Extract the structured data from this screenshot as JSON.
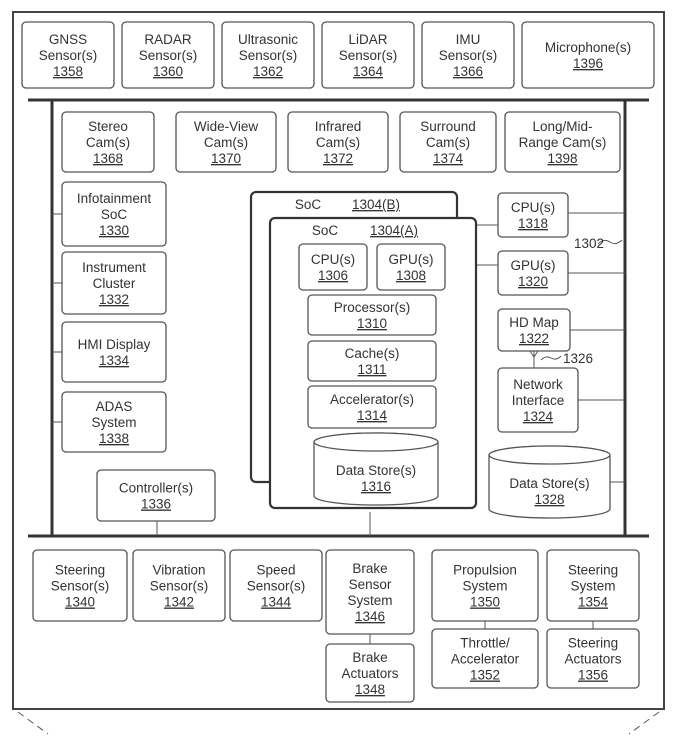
{
  "vehicle_ref": "1302",
  "antenna_ref": "1326",
  "blocks": {
    "gnss": {
      "lines": [
        "GNSS",
        "Sensor(s)"
      ],
      "ref": "1358"
    },
    "radar": {
      "lines": [
        "RADAR",
        "Sensor(s)"
      ],
      "ref": "1360"
    },
    "ultrasonic": {
      "lines": [
        "Ultrasonic",
        "Sensor(s)"
      ],
      "ref": "1362"
    },
    "lidar": {
      "lines": [
        "LiDAR",
        "Sensor(s)"
      ],
      "ref": "1364"
    },
    "imu": {
      "lines": [
        "IMU",
        "Sensor(s)"
      ],
      "ref": "1366"
    },
    "microphone": {
      "lines": [
        "Microphone(s)"
      ],
      "ref": "1396"
    },
    "stereo": {
      "lines": [
        "Stereo",
        "Cam(s)"
      ],
      "ref": "1368"
    },
    "wideview": {
      "lines": [
        "Wide-View",
        "Cam(s)"
      ],
      "ref": "1370"
    },
    "infrared": {
      "lines": [
        "Infrared",
        "Cam(s)"
      ],
      "ref": "1372"
    },
    "surround": {
      "lines": [
        "Surround",
        "Cam(s)"
      ],
      "ref": "1374"
    },
    "longmid": {
      "lines": [
        "Long/Mid-",
        "Range Cam(s)"
      ],
      "ref": "1398"
    },
    "infotainment": {
      "lines": [
        "Infotainment",
        "SoC"
      ],
      "ref": "1330"
    },
    "instrument": {
      "lines": [
        "Instrument",
        "Cluster"
      ],
      "ref": "1332"
    },
    "hmi": {
      "lines": [
        "HMI Display"
      ],
      "ref": "1334"
    },
    "adas": {
      "lines": [
        "ADAS",
        "System"
      ],
      "ref": "1338"
    },
    "controller": {
      "lines": [
        "Controller(s)"
      ],
      "ref": "1336"
    },
    "soc_b": {
      "lines": [
        "SoC"
      ],
      "ref": "1304(B)"
    },
    "soc_a": {
      "lines": [
        "SoC"
      ],
      "ref": "1304(A)"
    },
    "soc_cpu": {
      "lines": [
        "CPU(s)"
      ],
      "ref": "1306"
    },
    "soc_gpu": {
      "lines": [
        "GPU(s)"
      ],
      "ref": "1308"
    },
    "processor": {
      "lines": [
        "Processor(s)"
      ],
      "ref": "1310"
    },
    "cache": {
      "lines": [
        "Cache(s)"
      ],
      "ref": "1311"
    },
    "accelerator": {
      "lines": [
        "Accelerator(s)"
      ],
      "ref": "1314"
    },
    "soc_datastore": {
      "lines": [
        "Data Store(s)"
      ],
      "ref": "1316"
    },
    "cpu": {
      "lines": [
        "CPU(s)"
      ],
      "ref": "1318"
    },
    "gpu": {
      "lines": [
        "GPU(s)"
      ],
      "ref": "1320"
    },
    "hdmap": {
      "lines": [
        "HD Map"
      ],
      "ref": "1322"
    },
    "network": {
      "lines": [
        "Network",
        "Interface"
      ],
      "ref": "1324"
    },
    "datastore": {
      "lines": [
        "Data Store(s)"
      ],
      "ref": "1328"
    },
    "steering_sensor": {
      "lines": [
        "Steering",
        "Sensor(s)"
      ],
      "ref": "1340"
    },
    "vibration": {
      "lines": [
        "Vibration",
        "Sensor(s)"
      ],
      "ref": "1342"
    },
    "speed": {
      "lines": [
        "Speed",
        "Sensor(s)"
      ],
      "ref": "1344"
    },
    "brake_sensor": {
      "lines": [
        "Brake",
        "Sensor",
        "System"
      ],
      "ref": "1346"
    },
    "propulsion": {
      "lines": [
        "Propulsion",
        "System"
      ],
      "ref": "1350"
    },
    "steering_system": {
      "lines": [
        "Steering",
        "System"
      ],
      "ref": "1354"
    },
    "brake_act": {
      "lines": [
        "Brake",
        "Actuators"
      ],
      "ref": "1348"
    },
    "throttle": {
      "lines": [
        "Throttle/",
        "Accelerator"
      ],
      "ref": "1352"
    },
    "steering_act": {
      "lines": [
        "Steering",
        "Actuators"
      ],
      "ref": "1356"
    }
  }
}
